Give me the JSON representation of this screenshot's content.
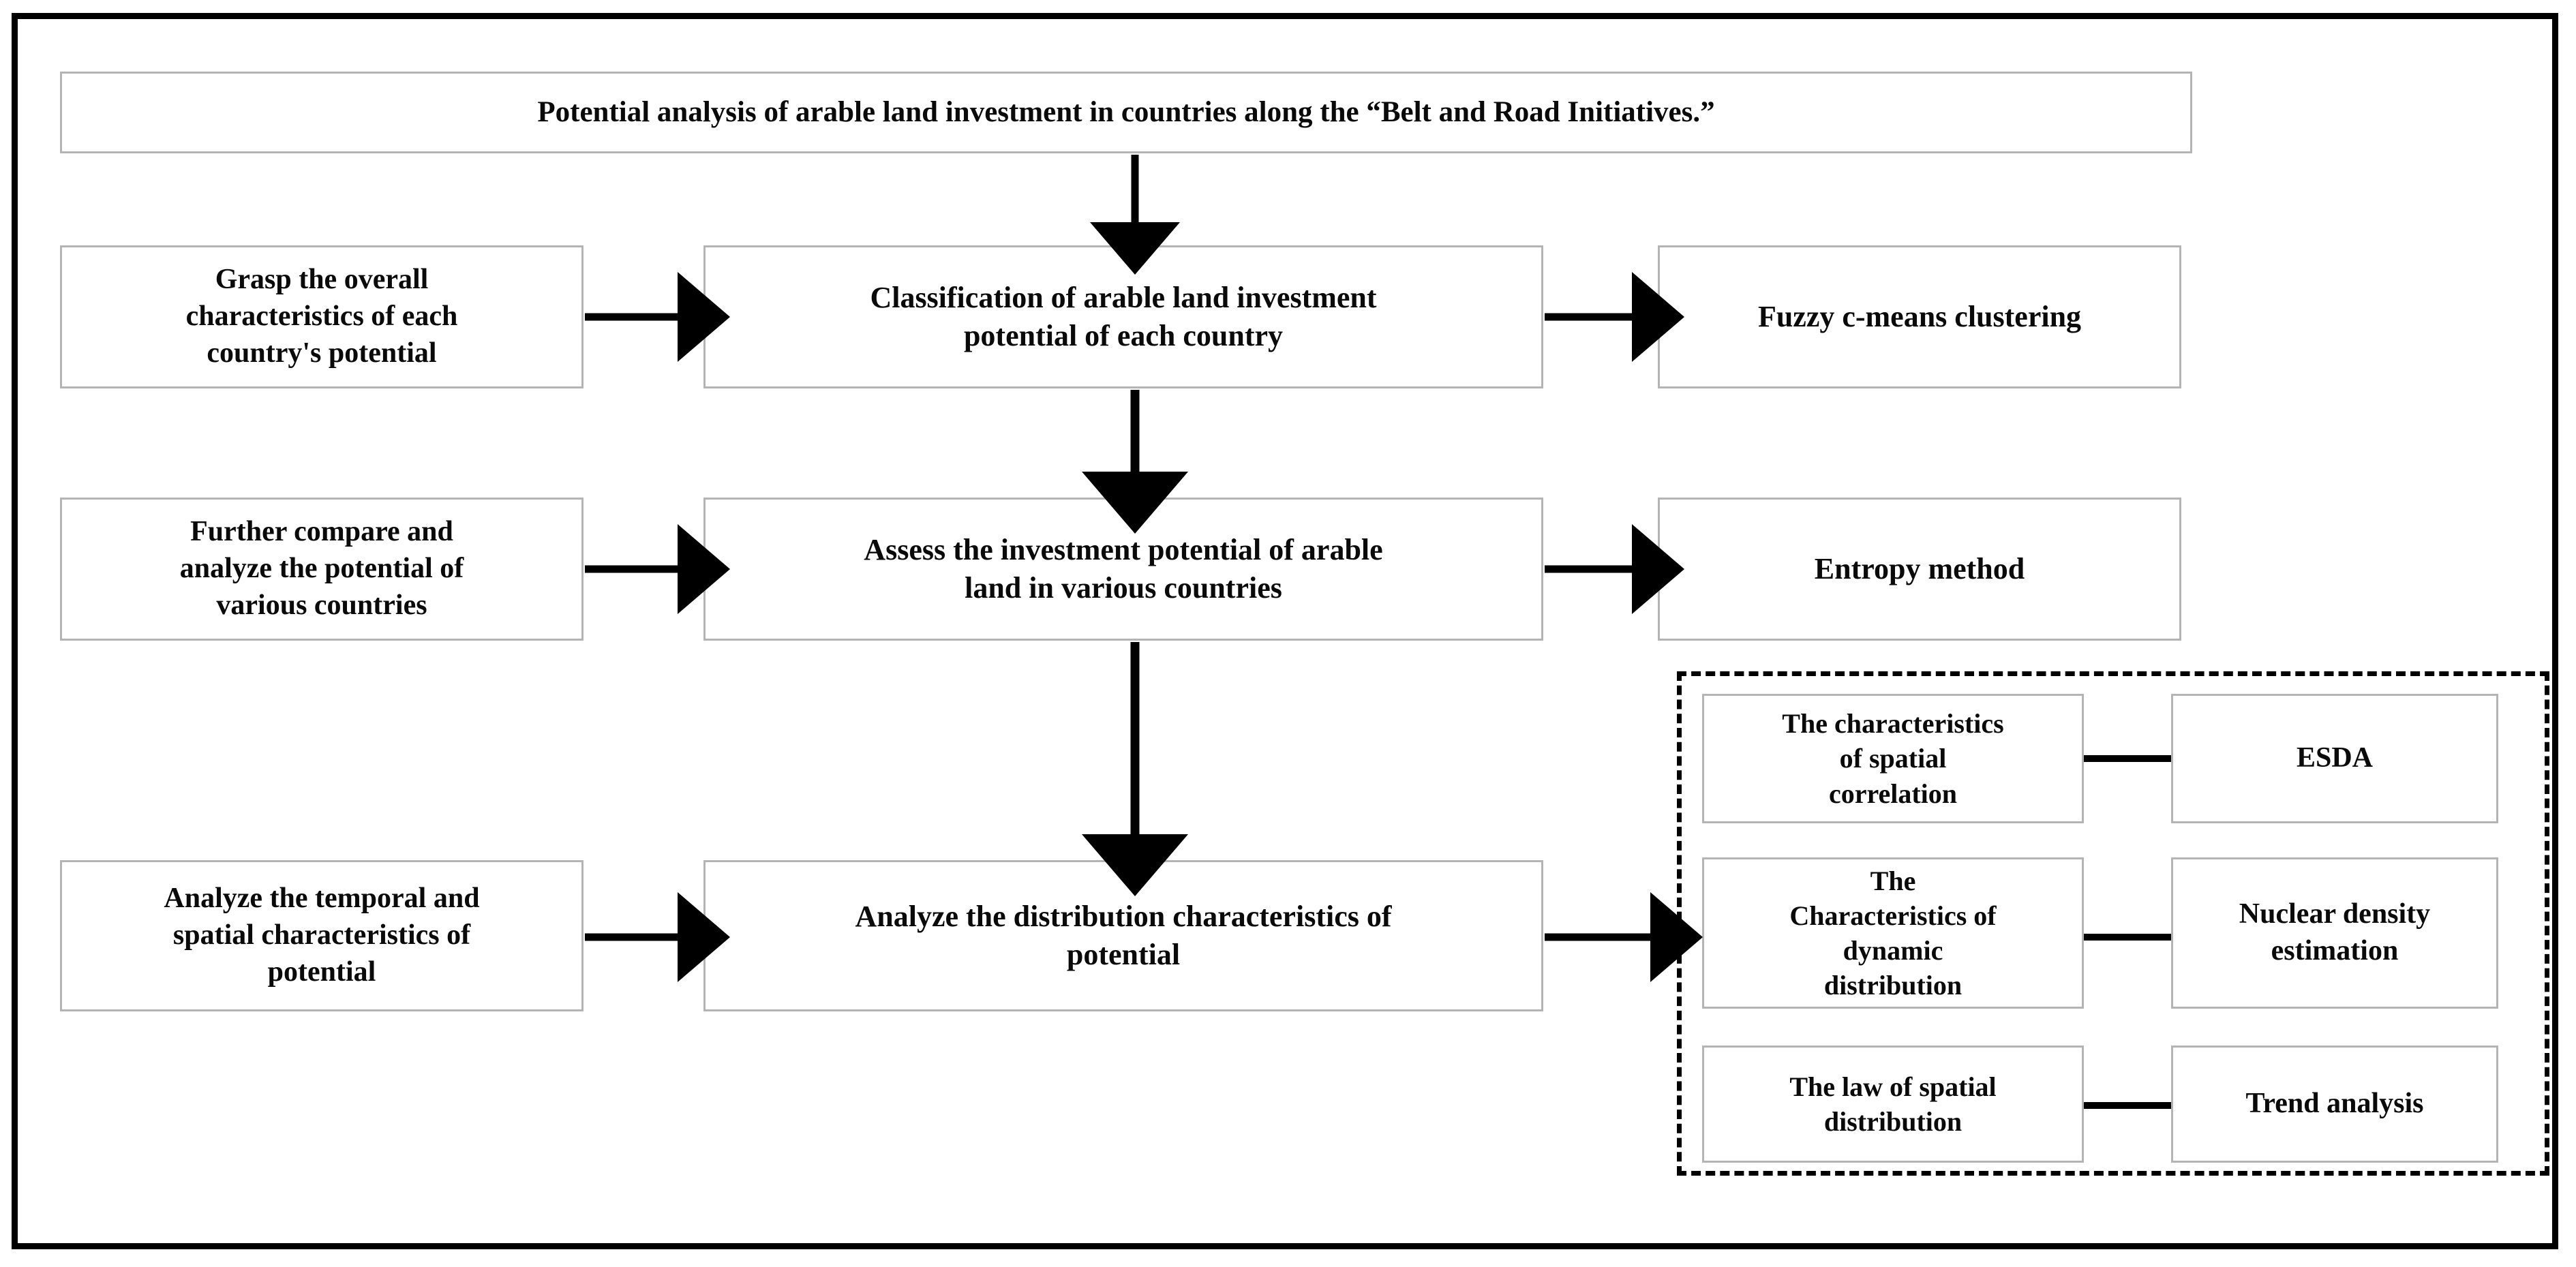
{
  "diagram": {
    "title_box": {
      "label": "Potential analysis of arable land investment in countries along the “Belt and Road Initiatives.”"
    },
    "rows": [
      {
        "left": "Grasp the overall\ncharacteristics of each\ncountry's potential",
        "middle": "Classification of arable land investment\npotential of each country",
        "right": "Fuzzy c-means clustering"
      },
      {
        "left": "Further compare and\nanalyze the potential of\nvarious countries",
        "middle": "Assess the investment potential of arable\nland in various countries",
        "right": "Entropy method"
      },
      {
        "left": "Analyze the temporal and\nspatial characteristics of\npotential",
        "middle": "Analyze the distribution characteristics of\npotential",
        "right": null
      }
    ],
    "dashed_group": {
      "pairs": [
        {
          "aspect": "The characteristics\nof spatial\ncorrelation",
          "method": "ESDA"
        },
        {
          "aspect": "The\nCharacteristics of\ndynamic\ndistribution",
          "method": "Nuclear density\nestimation"
        },
        {
          "aspect": "The law of spatial\ndistribution",
          "method": "Trend analysis"
        }
      ]
    },
    "colors": {
      "frame": "#000000",
      "box_border": "#b4b4b4",
      "connector": "#000000",
      "background": "#ffffff"
    }
  }
}
